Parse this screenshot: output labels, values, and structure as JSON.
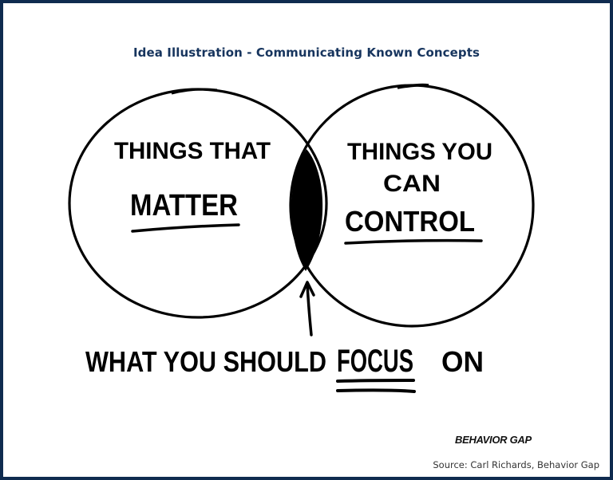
{
  "header": {
    "title": "Idea Illustration - Communicating Known Concepts"
  },
  "colors": {
    "frame_border": "#0f2b4f",
    "title": "#17355e",
    "ink": "#000000",
    "background": "#ffffff"
  },
  "diagram": {
    "type": "venn",
    "left_circle": {
      "line1": "THINGS THAT",
      "line2": "MATTER",
      "underlined": "MATTER"
    },
    "right_circle": {
      "line1": "THINGS YOU",
      "line2": "CAN",
      "line3": "CONTROL",
      "underlined": "CONTROL"
    },
    "intersection": {
      "fill": "black",
      "meaning": "What you should focus on"
    },
    "caption": {
      "part1": "WHAT YOU SHOULD",
      "emphasis": "FOCUS",
      "part2": "ON"
    }
  },
  "footer": {
    "brand": "BEHAVIOR GAP",
    "source": "Source: Carl Richards, Behavior Gap"
  }
}
